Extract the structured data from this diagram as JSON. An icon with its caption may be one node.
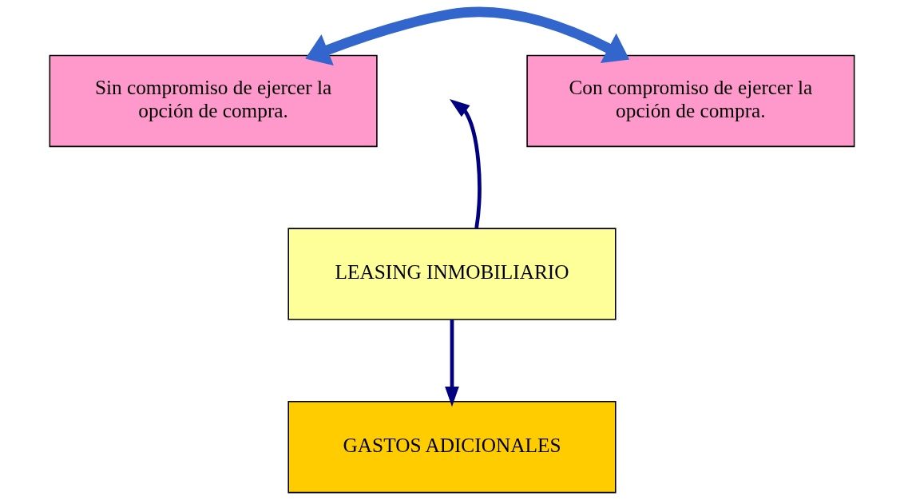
{
  "diagram": {
    "nodes": [
      {
        "text": [
          "Sin compromiso de ejercer la opción de compra."
        ]
      },
      {
        "text": [
          "Con compromiso de ejercer la opción de compra."
        ]
      },
      {
        "text": [
          "LEASING INMOBILIARIO"
        ]
      },
      {
        "text": [
          "GASTOS ADICIONALES"
        ]
      }
    ],
    "edges": [
      {
        "from": 0,
        "to": 1,
        "arrow": "both",
        "style": "thick",
        "color": "#3366cc"
      },
      {
        "from": 2,
        "to": null,
        "arrow": "to"
      },
      {
        "from": 2,
        "to": 3,
        "arrow": "to"
      }
    ]
  }
}
